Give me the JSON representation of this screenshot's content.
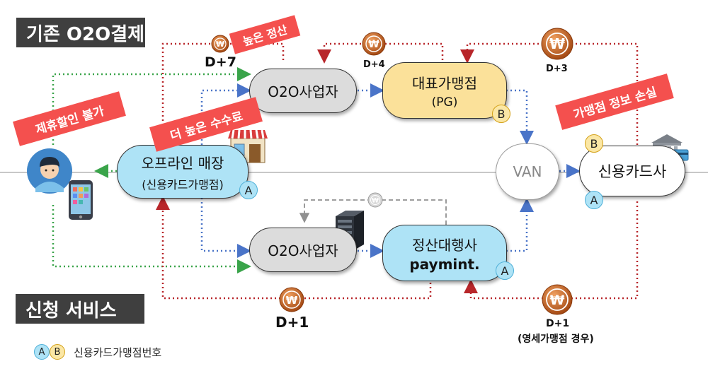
{
  "sections": {
    "top": "기존 O2O결제",
    "bottom": "신청 서비스"
  },
  "nodes": {
    "o2o_top": "O2O사업자",
    "pg_title": "대표가맹점",
    "pg_sub": "(PG)",
    "van": "VAN",
    "card": "신용카드사",
    "store_title": "오프라인 매장",
    "store_sub": "(신용카드가맹점)",
    "o2o_bottom": "O2O사업자",
    "settle_title": "정산대행사",
    "settle_brand": "paymint."
  },
  "badges": {
    "a": "A",
    "b": "B"
  },
  "banners": {
    "high_fee": "높은 정산",
    "no_discount": "제휴할인 불가",
    "higher_fee": "더 높은 수수료",
    "info_loss": "가맹점 정보 손실"
  },
  "coin_labels": {
    "d7": "D+7",
    "d4": "D+4",
    "d3": "D+3",
    "d1_left": "D+1",
    "d1_right": "D+1",
    "d1_right_note": "(영세가맹점 경우)"
  },
  "coin_symbol": "₩",
  "legend": {
    "text": "신용카드가맹점번호"
  },
  "colors": {
    "green": "#3aa44a",
    "blue": "#4a74c8",
    "red": "#b8262a",
    "gray": "#909090",
    "banner": "#f4504e",
    "coin": "#b85a20"
  }
}
